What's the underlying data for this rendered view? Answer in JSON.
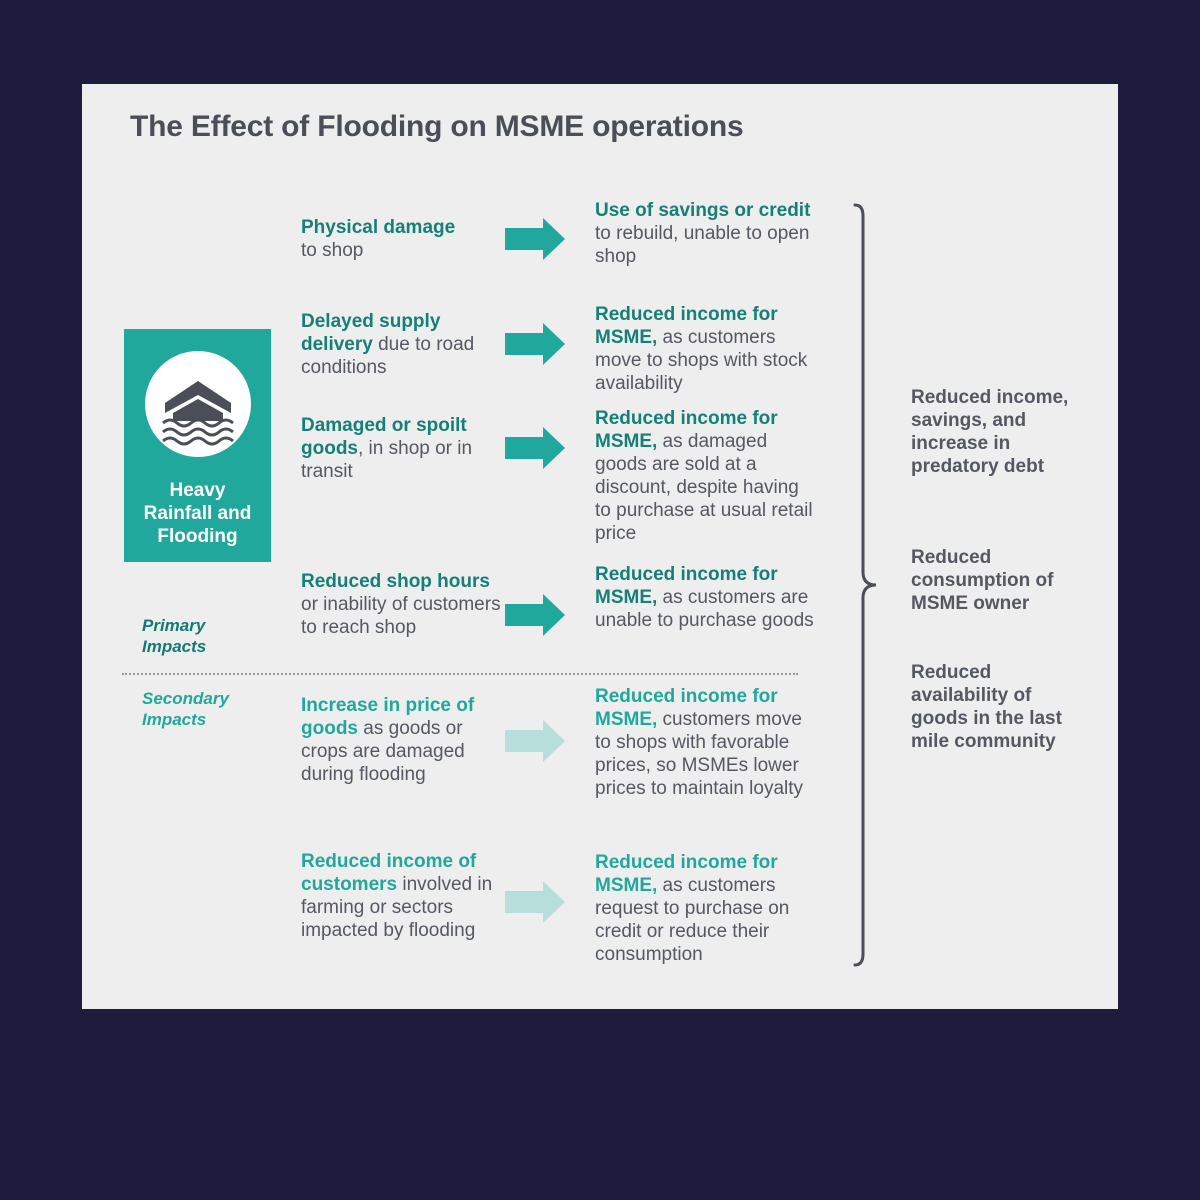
{
  "title": "The Effect of Flooding on MSME operations",
  "hero": {
    "line1": "Heavy",
    "line2": "Rainfall and",
    "line3": "Flooding",
    "icon": "flooded-house-icon"
  },
  "labels": {
    "primary_1": "Primary",
    "primary_2": "Impacts",
    "secondary_1": "Secondary",
    "secondary_2": "Impacts"
  },
  "rows": [
    {
      "cause": {
        "bold": "Physical damage",
        "rest": "to shop"
      },
      "effect": {
        "bold": "Use of savings or credit",
        "rest": " to rebuild, unable to open shop"
      }
    },
    {
      "cause": {
        "bold": "Delayed supply delivery",
        "rest": " due to road conditions"
      },
      "effect": {
        "bold": "Reduced income for MSME,",
        "rest": " as customers move to shops with stock availability"
      }
    },
    {
      "cause": {
        "bold": "Damaged or spoilt goods",
        "rest": ", in shop or in transit"
      },
      "effect": {
        "bold": "Reduced income for MSME,",
        "rest": " as damaged goods are sold at a discount, despite having to purchase at usual retail price"
      }
    },
    {
      "cause": {
        "bold": "Reduced shop hours",
        "rest": " or inability of customers to reach shop"
      },
      "effect": {
        "bold": "Reduced income for MSME,",
        "rest": " as customers are unable to purchase goods"
      }
    },
    {
      "cause": {
        "bold": "Increase in price of goods",
        "rest": " as goods or crops are damaged during flooding"
      },
      "effect": {
        "bold": "Reduced income for MSME,",
        "rest": " customers move to shops with favorable prices, so MSMEs lower prices to maintain loyalty"
      }
    },
    {
      "cause": {
        "bold": "Reduced income of customers",
        "rest": " involved in farming or sectors impacted by flooding"
      },
      "effect": {
        "bold": "Reduced income for MSME,",
        "rest": " as customers request to purchase on credit or reduce their consumption"
      }
    }
  ],
  "outcomes": [
    "Reduced income, savings, and increase in predatory debt",
    "Reduced consumption of MSME owner",
    "Reduced availability of goods in the last mile community"
  ],
  "colors": {
    "background": "#1e1c3c",
    "card": "#eeeeee",
    "teal": "#21a89d",
    "teal_dark": "#167f77",
    "arrow_secondary": "#b6dedb",
    "text": "#545862"
  }
}
